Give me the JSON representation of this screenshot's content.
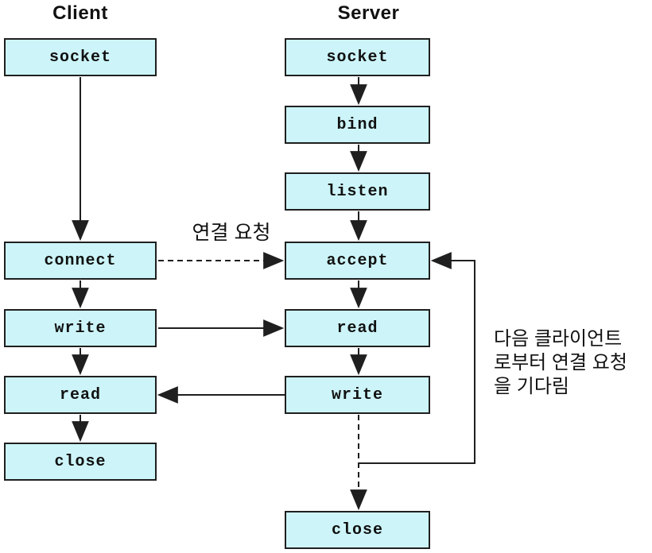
{
  "diagram": {
    "client": {
      "title": "Client",
      "boxes": [
        {
          "label": "socket"
        },
        {
          "label": "connect"
        },
        {
          "label": "write"
        },
        {
          "label": "read"
        },
        {
          "label": "close"
        }
      ]
    },
    "server": {
      "title": "Server",
      "boxes": [
        {
          "label": "socket"
        },
        {
          "label": "bind"
        },
        {
          "label": "listen"
        },
        {
          "label": "accept"
        },
        {
          "label": "read"
        },
        {
          "label": "write"
        },
        {
          "label": "close"
        }
      ]
    },
    "annotations": {
      "connection_request_label": "연결 요청",
      "wait_note_line1": "다음 클라이언트",
      "wait_note_line2": "로부터 연결 요청",
      "wait_note_line3": "을 기다림"
    },
    "colors": {
      "box_fill": "#cdf5f9",
      "box_border": "#1f1f1f",
      "arrow": "#1f1f1f",
      "background": "#ffffff"
    }
  }
}
